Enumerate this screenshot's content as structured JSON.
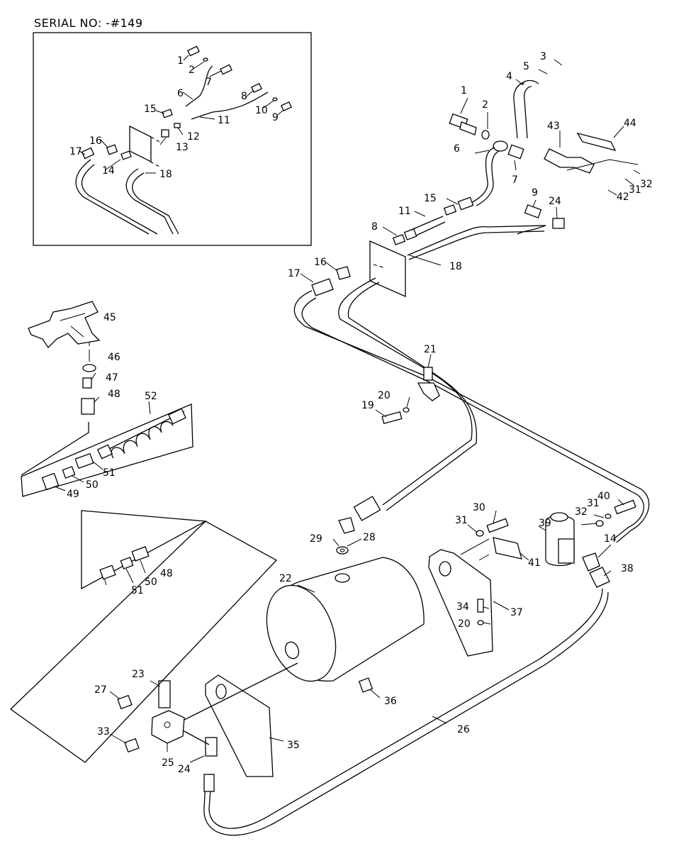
{
  "header": {
    "serial": "SERIAL NO: -#149"
  },
  "inset_labels": [
    "1",
    "2",
    "7",
    "6",
    "8",
    "10",
    "9",
    "15",
    "11",
    "12",
    "13",
    "16",
    "17",
    "14",
    "18"
  ],
  "main_labels": [
    "3",
    "5",
    "4",
    "1",
    "2",
    "44",
    "43",
    "32",
    "31",
    "42",
    "6",
    "7",
    "9",
    "24",
    "15",
    "11",
    "8",
    "18",
    "16",
    "17",
    "21",
    "20",
    "19",
    "45",
    "46",
    "47",
    "48",
    "52",
    "51",
    "50",
    "49",
    "48",
    "50",
    "51",
    "40",
    "31",
    "32",
    "39",
    "14",
    "38",
    "30",
    "31",
    "41",
    "29",
    "28",
    "22",
    "34",
    "37",
    "20",
    "36",
    "23",
    "27",
    "25",
    "24",
    "33",
    "35",
    "26"
  ]
}
